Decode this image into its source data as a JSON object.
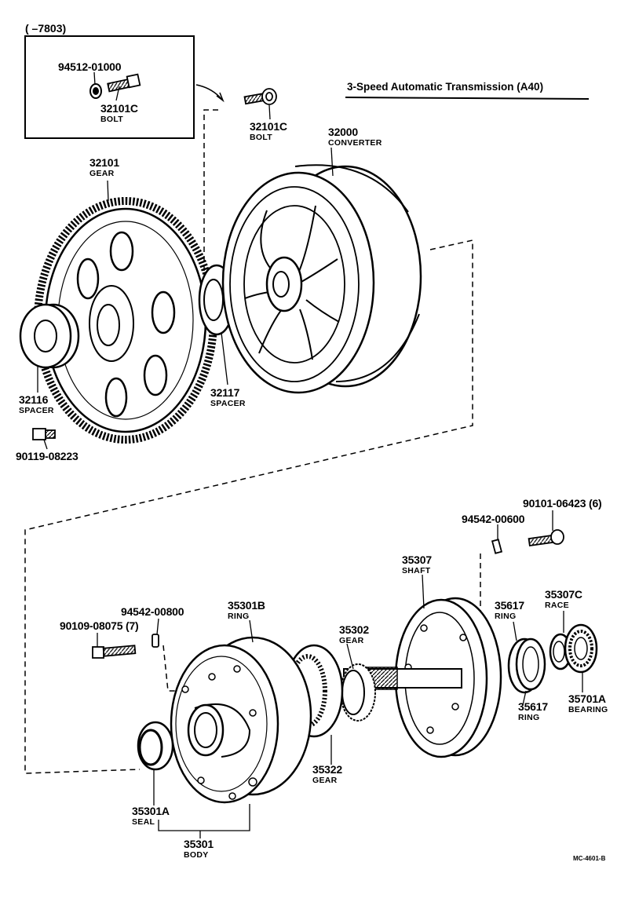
{
  "title": "3-Speed Automatic Transmission (A40)",
  "range_note": "(      –7803)",
  "drawing_code": "MC-4601-B",
  "parts": {
    "p94512": {
      "number": "94512-01000",
      "name": ""
    },
    "p32101c_inset": {
      "number": "32101C",
      "name": "BOLT"
    },
    "p32101c": {
      "number": "32101C",
      "name": "BOLT"
    },
    "p32000": {
      "number": "32000",
      "name": "CONVERTER"
    },
    "p32101": {
      "number": "32101",
      "name": "GEAR"
    },
    "p32116": {
      "number": "32116",
      "name": "SPACER"
    },
    "p32117": {
      "number": "32117",
      "name": "SPACER"
    },
    "p90119": {
      "number": "90119-08223",
      "name": ""
    },
    "p90101": {
      "number": "90101-06423 (6)",
      "name": ""
    },
    "p94542_r": {
      "number": "94542-00600",
      "name": ""
    },
    "p35307": {
      "number": "35307",
      "name": "SHAFT"
    },
    "p35307c": {
      "number": "35307C",
      "name": "RACE"
    },
    "p35617_top": {
      "number": "35617",
      "name": "RING"
    },
    "p35617_bot": {
      "number": "35617",
      "name": "RING"
    },
    "p35701a": {
      "number": "35701A",
      "name": "BEARING"
    },
    "p35301b": {
      "number": "35301B",
      "name": "RING"
    },
    "p94542_l": {
      "number": "94542-00800",
      "name": ""
    },
    "p90109": {
      "number": "90109-08075 (7)",
      "name": ""
    },
    "p35302": {
      "number": "35302",
      "name": "GEAR"
    },
    "p35322": {
      "number": "35322",
      "name": "GEAR"
    },
    "p35301a": {
      "number": "35301A",
      "name": "SEAL"
    },
    "p35301": {
      "number": "35301",
      "name": "BODY"
    }
  }
}
